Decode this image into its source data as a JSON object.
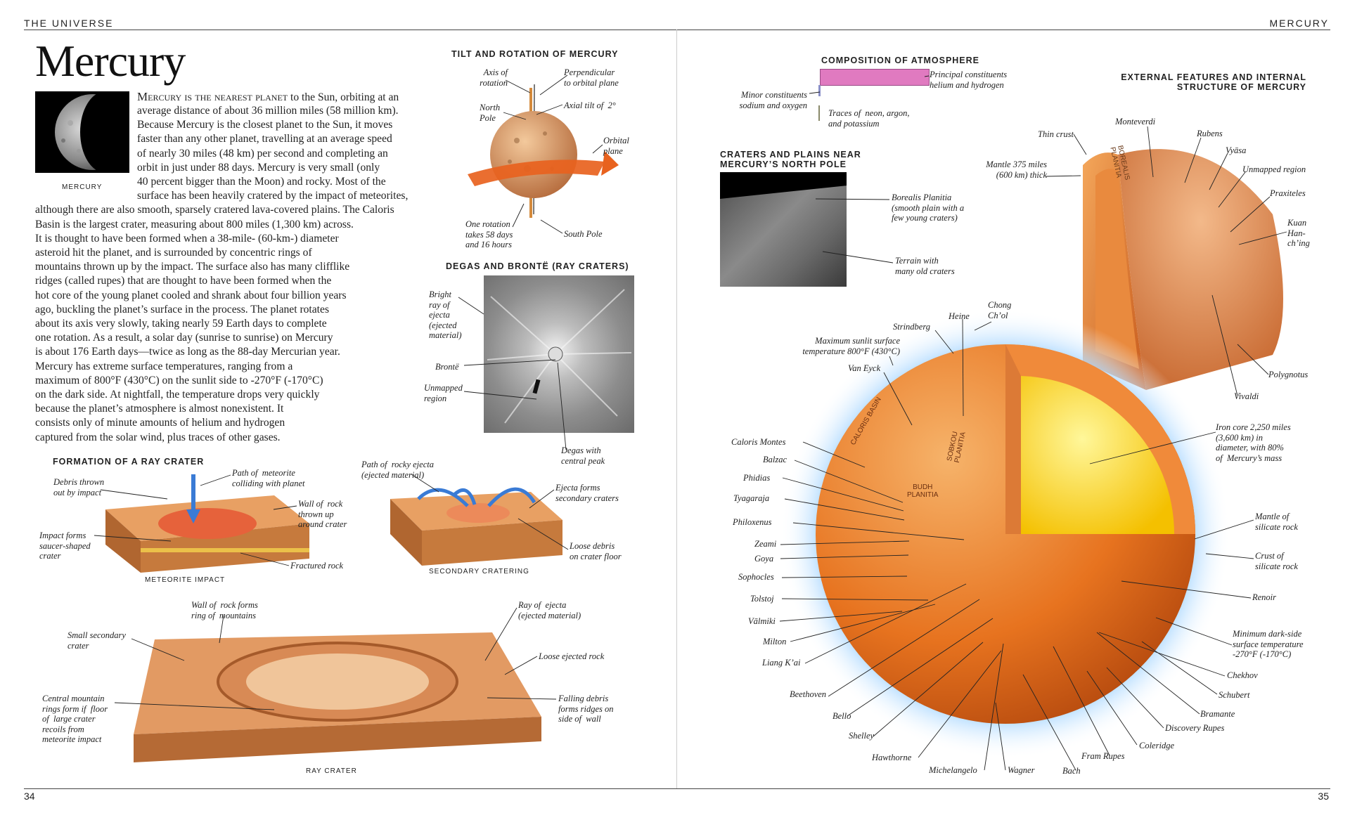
{
  "left_page": {
    "running_header": "THE UNIVERSE",
    "page_number": "34",
    "title": "Mercury",
    "photo_caption": "MERCURY",
    "intro_lead": "Mercury is the nearest planet",
    "intro_lines": [
      " to the Sun, orbiting at an",
      "average distance of about 36 million miles (58 million km).",
      "Because Mercury is the closest planet to the Sun, it moves",
      "faster than any other planet, travelling at an average speed",
      "of nearly 30 miles (48 km) per second and completing an",
      "orbit in just under 88 days. Mercury is very small (only",
      "40 percent bigger than the Moon) and rocky. Most of the",
      "surface has been heavily cratered by the impact of meteorites,",
      "although there are also smooth, sparsely cratered lava-covered plains. The Caloris",
      "Basin is the largest crater, measuring about 800 miles (1,300 km) across.",
      "It is thought to have been formed when a 38-mile- (60-km-) diameter",
      "asteroid hit the planet, and is surrounded by concentric rings of",
      "mountains thrown up by the impact. The surface also has many clifflike",
      "ridges (called rupes) that are thought to have been formed when the",
      "hot core of the young planet cooled and shrank about four billion years",
      "ago, buckling the planet’s surface in the process. The planet rotates",
      "about its axis very slowly, taking nearly 59 Earth days to complete",
      "one rotation. As a result, a solar day (sunrise to sunrise) on Mercury",
      "is about 176 Earth days—twice as long as the 88-day Mercurian year.",
      "Mercury has extreme surface temperatures, ranging from a",
      "maximum of 800°F (430°C) on the sunlit side to -270°F (-170°C)",
      "on the dark side. At nightfall, the temperature drops very quickly",
      "because the planet’s atmosphere is almost nonexistent. It",
      "consists only of minute amounts of helium and hydrogen",
      "captured from the solar wind, plus traces of other gases."
    ],
    "tilt": {
      "heading": "TILT AND ROTATION OF MERCURY",
      "labels": {
        "axis": "Axis of\nrotation",
        "perpendicular": "Perpendicular\nto orbital plane",
        "north": "North\nPole",
        "axial_tilt": "Axial tilt of  2°",
        "orbital_plane": "Orbital\nplane",
        "rotation": "One rotation\ntakes 58 days\nand 16 hours",
        "south": "South Pole"
      }
    },
    "degas": {
      "heading": "DEGAS AND BRONTË (RAY CRATERS)",
      "labels": {
        "bright_ray": "Bright\nray of\nejecta\n(ejected\nmaterial)",
        "bronte": "Brontë",
        "unmapped": "Unmapped\nregion",
        "degas": "Degas with\ncentral peak"
      }
    },
    "ray_formation": {
      "heading": "FORMATION OF A RAY CRATER",
      "impact_caption": "METEORITE IMPACT",
      "secondary_caption": "SECONDARY CRATERING",
      "labels": {
        "debris": "Debris thrown\nout by impact",
        "path_meteorite": "Path of  meteorite\ncolliding with planet",
        "wall": "Wall of  rock\nthrown up\naround crater",
        "impact_forms": "Impact forms\nsaucer-shaped\ncrater",
        "fractured": "Fractured rock",
        "path_ejecta": "Path of  rocky ejecta\n(ejected material)",
        "ejecta_forms": "Ejecta forms\nsecondary craters",
        "loose_floor": "Loose debris\non crater floor"
      }
    },
    "ray_crater": {
      "caption": "RAY CRATER",
      "labels": {
        "wall_rings": "Wall of  rock forms\nring of  mountains",
        "ray": "Ray of  ejecta\n(ejected material)",
        "small_secondary": "Small secondary\ncrater",
        "loose_rock": "Loose ejected rock",
        "central": "Central mountain\nrings form if  floor\nof  large crater\nrecoils from\nmeteorite impact",
        "falling": "Falling debris\nforms ridges on\nside of  wall"
      }
    }
  },
  "right_page": {
    "running_header": "MERCURY",
    "page_number": "35",
    "atmosphere": {
      "heading": "COMPOSITION OF ATMOSPHERE",
      "principal": "Principal constituents\nhelium and hydrogen",
      "minor": "Minor constituents\nsodium and oxygen",
      "traces": "Traces of  neon, argon,\nand potassium",
      "colors": {
        "principal": "#e07ac0",
        "minor": "#8a90c8",
        "traces": "#8a8a6a"
      }
    },
    "north_pole": {
      "heading": "CRATERS AND PLAINS NEAR\nMERCURY’S NORTH POLE",
      "borealis": "Borealis Planitia\n(smooth plain with a\nfew young craters)",
      "terrain": "Terrain with\nmany old craters"
    },
    "external": {
      "heading": "EXTERNAL FEATURES AND INTERNAL\nSTRUCTURE OF MERCURY",
      "thin_crust": "Thin crust",
      "mantle375": "Mantle 375 miles\n(600 km) thick",
      "monteverdi": "Monteverdi",
      "rubens": "Rubens",
      "vyasa": "Vyāsa",
      "unmapped": "Unmapped region",
      "praxiteles": "Praxiteles",
      "kuan": "Kuan\nHan-\nch’ing",
      "polygnotus": "Polygnotus",
      "vivaldi": "Vivaldi",
      "borealis_surface": "BOREALIS\nPLANITIA"
    },
    "globe": {
      "max_temp": "Maximum sunlit surface\ntemperature 800°F (430°C)",
      "strindberg": "Strindberg",
      "heine": "Heine",
      "chong": "Chong\nCh’ol",
      "van_eyck": "Van Eyck",
      "caloris_montes": "Caloris Montes",
      "balzac": "Balzac",
      "phidias": "Phidias",
      "tyagaraja": "Tyagaraja",
      "philoxenus": "Philoxenus",
      "zeami": "Zeami",
      "goya": "Goya",
      "sophocles": "Sophocles",
      "tolstoj": "Tolstoj",
      "valmiki": "Vālmiki",
      "milton": "Milton",
      "liang": "Liang K’ai",
      "beethoven": "Beethoven",
      "bello": "Bello",
      "shelley": "Shelley",
      "hawthorne": "Hawthorne",
      "michelangelo": "Michelangelo",
      "wagner": "Wagner",
      "bach": "Bach",
      "fram": "Fram Rupes",
      "coleridge": "Coleridge",
      "discovery": "Discovery Rupes",
      "bramante": "Bramante",
      "schubert": "Schubert",
      "chekhov": "Chekhov",
      "min_temp": "Minimum dark-side\nsurface temperature\n-270°F (-170°C)",
      "renoir": "Renoir",
      "crust_silicate": "Crust of\nsilicate rock",
      "mantle_silicate": "Mantle of\nsilicate rock",
      "iron_core": "Iron core 2,250 miles\n(3,600 km) in\ndiameter, with 80%\nof  Mercury’s mass",
      "caloris_basin": "CALORIS BASIN",
      "sobkou": "SOBKOU\nPLANITIA",
      "budh": "BUDH\nPLANITIA"
    }
  }
}
